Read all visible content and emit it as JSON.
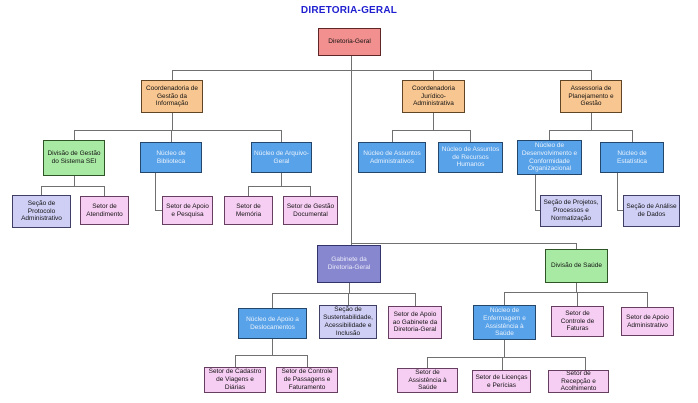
{
  "title": "DIRETORIA-GERAL",
  "colors": {
    "title_text": "#1f1fd0",
    "root_fill": "#f2908f",
    "coordination_fill": "#f8c690",
    "division_fill": "#a8e9a3",
    "nucleus_fill": "#58a2e9",
    "section_fill": "#cfcff6",
    "sector_fill": "#f7cef3",
    "cabinet_fill": "#8787cf",
    "connector_line": "#707070"
  },
  "nodes": {
    "diretoria_geral": {
      "label": "Diretoria-Geral"
    },
    "coord_gestao_informacao": {
      "label": "Coordenadoria de Gestão da Informação"
    },
    "coord_juridico_admin": {
      "label": "Coordenadoria Jurídico-Administrativa"
    },
    "assessoria_planejamento": {
      "label": "Assessoria de Planejamento e Gestão"
    },
    "div_gestao_sei": {
      "label": "Divisão de Gestão do Sistema SEI"
    },
    "nucleo_biblioteca": {
      "label": "Núcleo de Biblioteca"
    },
    "nucleo_arquivo_geral": {
      "label": "Núcleo de Arquivo-Geral"
    },
    "nucleo_assuntos_admin": {
      "label": "Núcleo de Assuntos Administrativos"
    },
    "nucleo_recursos_humanos": {
      "label": "Núcleo de Assuntos de Recursos Humanos"
    },
    "nucleo_desenv_conformidade": {
      "label": "Núcleo de Desenvolvimento e Conformidade Organizacional"
    },
    "nucleo_estatistica": {
      "label": "Núcleo de Estatística"
    },
    "secao_protocolo_admin": {
      "label": "Seção de Protocolo Administrativo"
    },
    "setor_atendimento": {
      "label": "Setor de Atendimento"
    },
    "setor_apoio_pesquisa": {
      "label": "Setor de Apoio e Pesquisa"
    },
    "setor_memoria": {
      "label": "Setor de Memória"
    },
    "setor_gestao_documental": {
      "label": "Setor de Gestão Documental"
    },
    "secao_projetos_processos": {
      "label": "Seção de Projetos, Processos e Normatização"
    },
    "secao_analise_dados": {
      "label": "Seção de Análise de Dados"
    },
    "gabinete_diretoria": {
      "label": "Gabinete da Diretoria-Geral"
    },
    "divisao_saude": {
      "label": "Divisão de Saúde"
    },
    "nucleo_apoio_deslocamentos": {
      "label": "Núcleo de Apoio a Deslocamentos"
    },
    "secao_sustentabilidade": {
      "label": "Seção de Sustentabilidade, Acessibilidade e Inclusão"
    },
    "setor_apoio_gabinete": {
      "label": "Setor de Apoio ao Gabinete da Diretoria-Geral"
    },
    "nucleo_enfermagem": {
      "label": "Núcleo de Enfermagem e Assistência à Saúde"
    },
    "setor_controle_faturas": {
      "label": "Setor de Controle de Faturas"
    },
    "setor_apoio_admin": {
      "label": "Setor de Apoio Administrativo"
    },
    "setor_cadastro_viagens": {
      "label": "Setor de Cadastro de Viagens e Diárias"
    },
    "setor_controle_passagens": {
      "label": "Setor de Controle de Passagens e Faturamento"
    },
    "setor_assistencia_saude": {
      "label": "Setor de Assistência à Saúde"
    },
    "setor_licencas_pericias": {
      "label": "Setor de Licenças e Perícias"
    },
    "setor_recepcao_acolhimento": {
      "label": "Setor de Recepção e Acolhimento"
    }
  }
}
